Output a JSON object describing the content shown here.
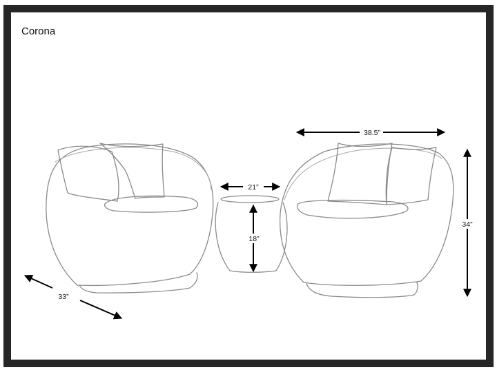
{
  "title": "Corona",
  "dimensions": {
    "overall_width": "38.5”",
    "height": "34”",
    "table_width": "21”",
    "table_height": "18”",
    "depth": "33”"
  },
  "colors": {
    "frame": "#262626",
    "sketch_line": "#8a8a8a",
    "arrow": "#000000",
    "background": "#ffffff"
  }
}
